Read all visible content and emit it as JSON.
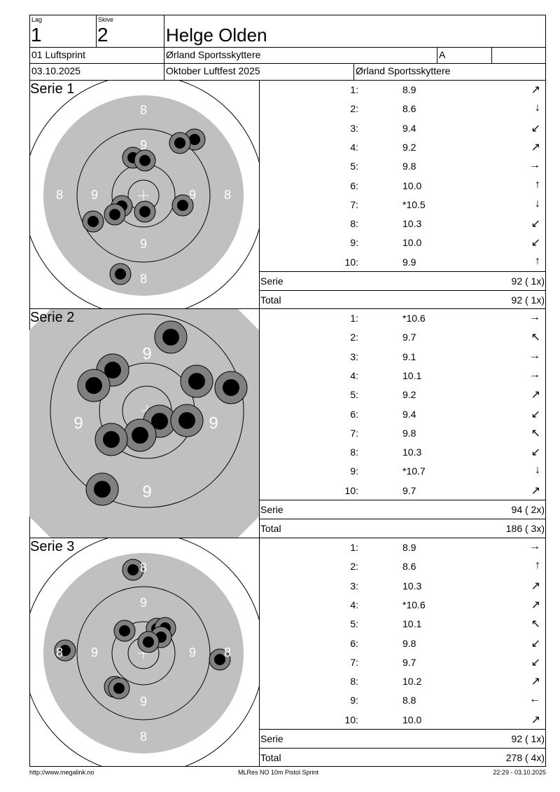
{
  "header": {
    "lag_label": "Lag",
    "lag": "1",
    "skive_label": "Skive",
    "skive": "2",
    "name": "Helge Olden",
    "discipline": "01 Luftsprint",
    "club": "Ørland Sportsskyttere",
    "class": "A",
    "extra": "",
    "date": "03.10.2025",
    "event": "Oktober Luftfest 2025",
    "organizer": "Ørland Sportsskyttere"
  },
  "series": [
    {
      "title": "Serie 1",
      "ring_labels": {
        "outer": "8",
        "inner": "9"
      },
      "shots": [
        {
          "n": "1:",
          "v": "8.9",
          "a": "↗"
        },
        {
          "n": "2:",
          "v": "8.6",
          "a": "↓"
        },
        {
          "n": "3:",
          "v": "9.4",
          "a": "↙"
        },
        {
          "n": "4:",
          "v": "9.2",
          "a": "↗"
        },
        {
          "n": "5:",
          "v": "9.8",
          "a": "→"
        },
        {
          "n": "6:",
          "v": "10.0",
          "a": "↑"
        },
        {
          "n": "7:",
          "v": "*10.5",
          "a": "↓"
        },
        {
          "n": "8:",
          "v": "10.3",
          "a": "↙"
        },
        {
          "n": "9:",
          "v": "10.0",
          "a": "↙"
        },
        {
          "n": "10:",
          "v": "9.9",
          "a": "↑"
        }
      ],
      "serie_label": "Serie",
      "serie_value": "92 ( 1x)",
      "total_label": "Total",
      "total_value": "92 ( 1x)"
    },
    {
      "title": "Serie 2",
      "ring_labels": {
        "outer": "9",
        "inner": "9"
      },
      "shots": [
        {
          "n": "1:",
          "v": "*10.6",
          "a": "→"
        },
        {
          "n": "2:",
          "v": "9.7",
          "a": "↖"
        },
        {
          "n": "3:",
          "v": "9.1",
          "a": "→"
        },
        {
          "n": "4:",
          "v": "10.1",
          "a": "→"
        },
        {
          "n": "5:",
          "v": "9.2",
          "a": "↗"
        },
        {
          "n": "6:",
          "v": "9.4",
          "a": "↙"
        },
        {
          "n": "7:",
          "v": "9.8",
          "a": "↖"
        },
        {
          "n": "8:",
          "v": "10.3",
          "a": "↙"
        },
        {
          "n": "9:",
          "v": "*10.7",
          "a": "↓"
        },
        {
          "n": "10:",
          "v": "9.7",
          "a": "↗"
        }
      ],
      "serie_label": "Serie",
      "serie_value": "94 ( 2x)",
      "total_label": "Total",
      "total_value": "186 ( 3x)"
    },
    {
      "title": "Serie 3",
      "ring_labels": {
        "outer": "8",
        "inner": "9"
      },
      "shots": [
        {
          "n": "1:",
          "v": "8.9",
          "a": "→"
        },
        {
          "n": "2:",
          "v": "8.6",
          "a": "↑"
        },
        {
          "n": "3:",
          "v": "10.3",
          "a": "↗"
        },
        {
          "n": "4:",
          "v": "*10.6",
          "a": "↗"
        },
        {
          "n": "5:",
          "v": "10.1",
          "a": "↖"
        },
        {
          "n": "6:",
          "v": "9.8",
          "a": "↙"
        },
        {
          "n": "7:",
          "v": "9.7",
          "a": "↙"
        },
        {
          "n": "8:",
          "v": "10.2",
          "a": "↗"
        },
        {
          "n": "9:",
          "v": "8.8",
          "a": "←"
        },
        {
          "n": "10:",
          "v": "10.0",
          "a": "↗"
        }
      ],
      "serie_label": "Serie",
      "serie_value": "92 ( 1x)",
      "total_label": "Total",
      "total_value": "278 ( 4x)"
    }
  ],
  "footer": {
    "left": "http://www.megalink.no",
    "center": "MLRes NO 10m Pistol Sprint",
    "right": "22:29 - 03.10.2025"
  }
}
